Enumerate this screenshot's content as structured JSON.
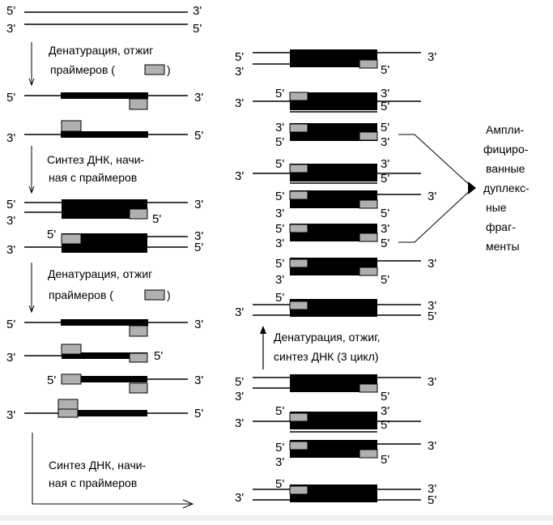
{
  "end_labels": {
    "five_prime": "5'",
    "three_prime": "3'"
  },
  "captions": {
    "denaturation_1": [
      "Денатурация, отжиг",
      "праймеров ("
    ],
    "denaturation_1_close": ")",
    "synthesis_1": [
      "Синтез ДНК, начи-",
      "ная с праймеров"
    ],
    "denaturation_2": [
      "Денатурация, отжиг",
      "праймеров ("
    ],
    "denaturation_2_close": ")",
    "synthesis_2": [
      "Синтез ДНК, начи-",
      "ная с праймеров"
    ],
    "cycle3": [
      "Денатурация, отжиг,",
      "синтез ДНК (3 цикл)"
    ],
    "amplified": [
      "Ампли-",
      "фициро-",
      "ванные",
      "дуплекс-",
      "ные",
      "фраг-",
      "менты"
    ]
  },
  "colors": {
    "strand": "#000000",
    "target_region": "#000000",
    "primer": "#b0b0b0",
    "background": "#ffffff"
  },
  "icons": [
    "primer-legend-icon",
    "arrow-down-icon",
    "arrow-up-icon",
    "arrow-right-icon",
    "bracket-icon"
  ]
}
